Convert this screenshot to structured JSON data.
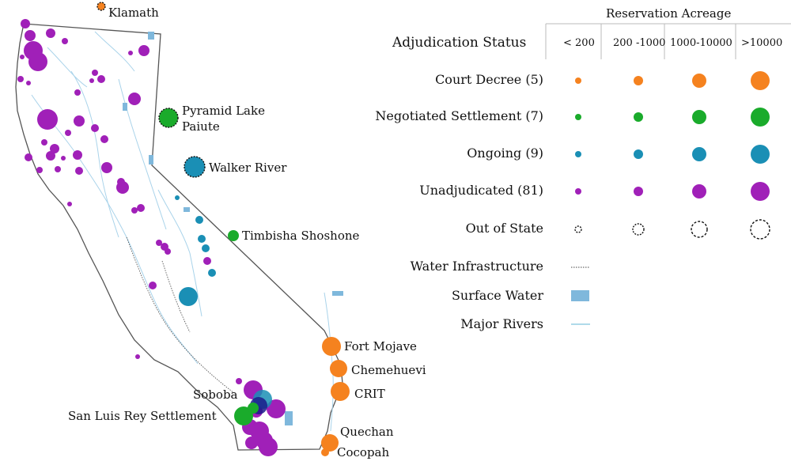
{
  "legend": {
    "acreage_title": "Reservation Acreage",
    "status_title": "Adjudication Status",
    "columns": [
      "< 200",
      "200 -1000",
      "1000-10000",
      ">10000"
    ],
    "rows": [
      {
        "label": "Court Decree (5)",
        "color": "#f5821f",
        "style": "solid"
      },
      {
        "label": "Negotiated Settlement (7)",
        "color": "#1aab2b",
        "style": "solid"
      },
      {
        "label": "Ongoing (9)",
        "color": "#1a8fb5",
        "style": "solid"
      },
      {
        "label": "Unadjudicated (81)",
        "color": "#a020b8",
        "style": "solid"
      },
      {
        "label": "Out of State",
        "color": "#111111",
        "style": "dashed"
      }
    ],
    "extras": [
      {
        "label": "Water Infrastructure",
        "kind": "dotted-line"
      },
      {
        "label": "Surface Water",
        "kind": "fill-box",
        "color": "#7fb8dc"
      },
      {
        "label": "Major Rivers",
        "kind": "line",
        "color": "#7fc3de"
      }
    ]
  },
  "map": {
    "labels": {
      "klamath": "Klamath",
      "pyramid_1": "Pyramid Lake",
      "pyramid_2": "Paiute",
      "walker": "Walker River",
      "timbisha": "Timbisha Shoshone",
      "fort_mojave": "Fort Mojave",
      "chemehuevi": "Chemehuevi",
      "crit": "CRIT",
      "soboba": "Soboba",
      "san_luis_rey": "San Luis Rey Settlement",
      "quechan": "Quechan",
      "cocopah": "Cocopah"
    },
    "colors": {
      "court_decree": "#f5821f",
      "negotiated": "#1aab2b",
      "ongoing": "#1a8fb5",
      "unadjudicated": "#a020b8",
      "water": "#7fb8dc",
      "river": "#a9d3ea",
      "border": "#555555",
      "overlap": "#1a1a8a"
    }
  }
}
